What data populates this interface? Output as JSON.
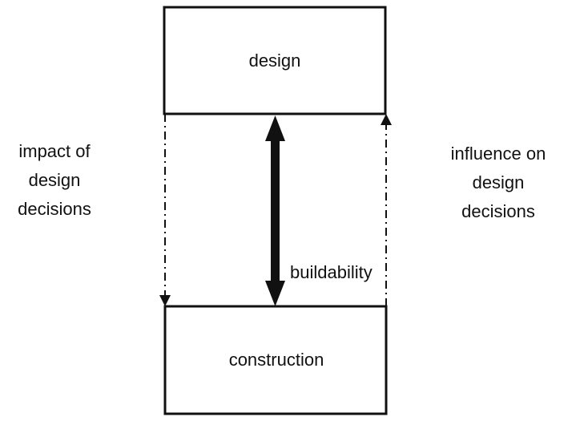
{
  "boxes": {
    "top_label": "design",
    "bottom_label": "construction"
  },
  "left_annotation": {
    "lines": [
      "impact of",
      "design",
      "decisions"
    ]
  },
  "right_annotation": {
    "lines": [
      "influence on",
      "design",
      "decisions"
    ]
  },
  "center_arrow": {
    "label": "buildability"
  }
}
